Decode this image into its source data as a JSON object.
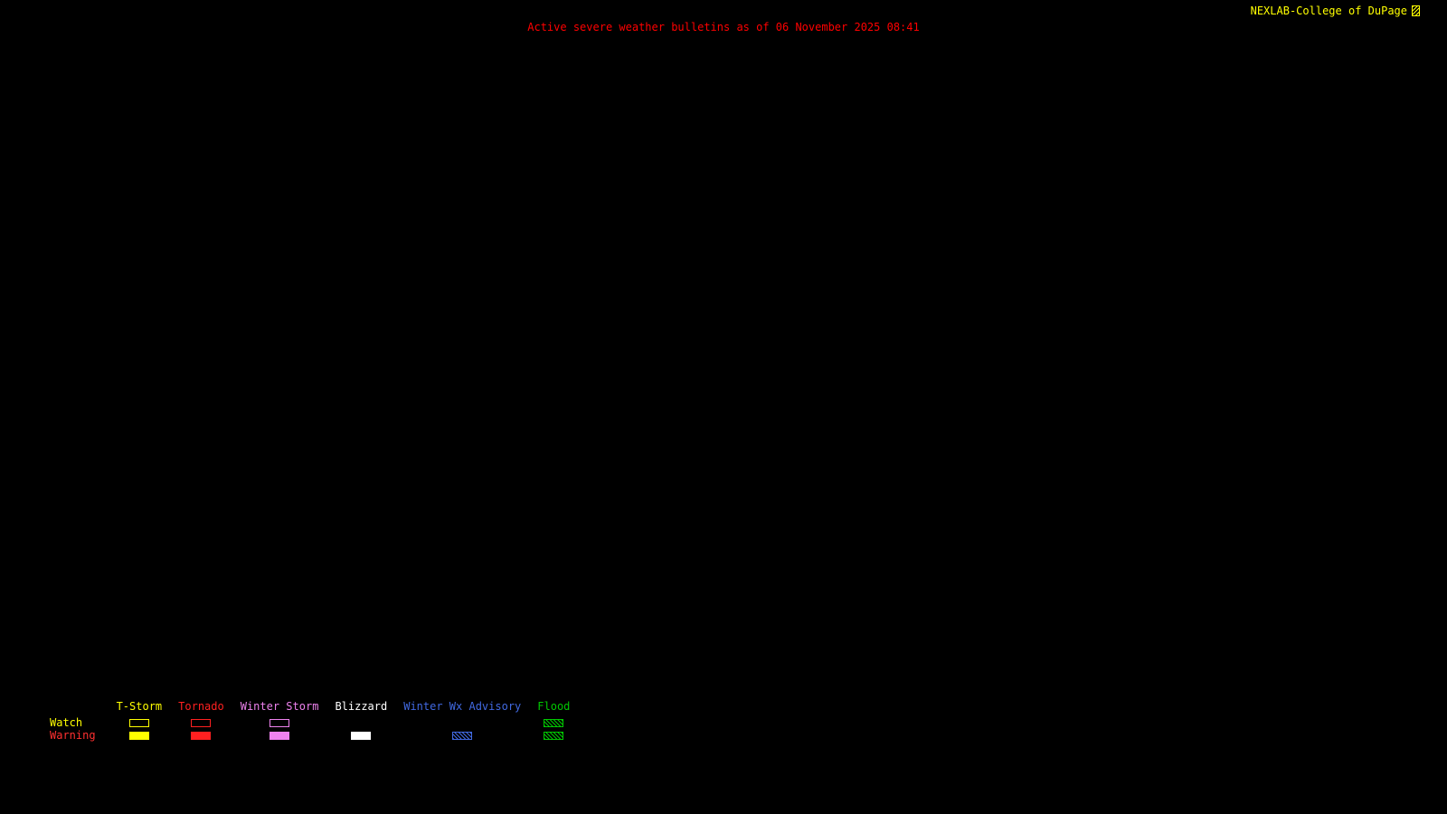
{
  "header": {
    "title": "Active severe weather bulletins as of 06 November 2025 08:41",
    "title_color": "#ff0000",
    "brand": "NEXLAB-College of DuPage",
    "brand_color": "#ffff00"
  },
  "map": {
    "background_color": "#000000",
    "active_bulletin_shapes": "none-visible"
  },
  "legend": {
    "rows": [
      {
        "key": "watch",
        "label": "Watch",
        "color": "#ffff00"
      },
      {
        "key": "warning",
        "label": "Warning",
        "color": "#ff3030"
      }
    ],
    "columns": [
      {
        "label": "T-Storm",
        "color": "#ffff00",
        "watch": "outline",
        "warning": "filled"
      },
      {
        "label": "Tornado",
        "color": "#ff2020",
        "watch": "outline",
        "warning": "filled"
      },
      {
        "label": "Winter Storm",
        "color": "#ee82ee",
        "watch": "outline",
        "warning": "filled"
      },
      {
        "label": "Blizzard",
        "color": "#ffffff",
        "watch": "none",
        "warning": "filled"
      },
      {
        "label": "Winter Wx Advisory",
        "color": "#4169e1",
        "watch": "none",
        "warning": "hatched"
      },
      {
        "label": "Flood",
        "color": "#00c800",
        "watch": "hatched",
        "warning": "hatched"
      }
    ]
  }
}
